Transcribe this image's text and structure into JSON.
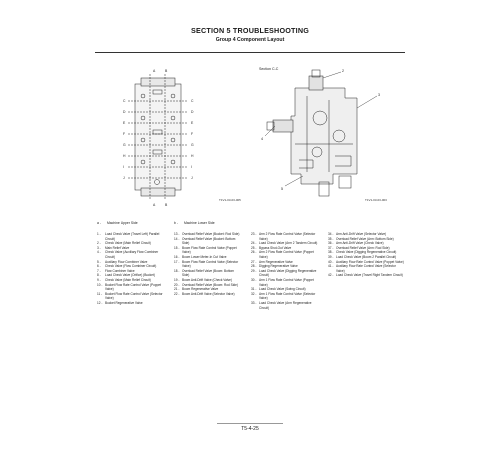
{
  "header": {
    "section_title": "SECTION 5 TROUBLESHOOTING",
    "group_title": "Group 4 Component Layout"
  },
  "diagram": {
    "left_view": {
      "row_labels_left": [
        "C",
        "D",
        "E",
        "F",
        "G",
        "H",
        "I",
        "J"
      ],
      "row_labels_right": [
        "C",
        "D",
        "E",
        "F",
        "G",
        "H",
        "I",
        "J"
      ],
      "col_labels": [
        "A",
        "B"
      ],
      "code": "T1V1-03-03-005"
    },
    "right_view": {
      "section_label": "Section C-C",
      "callouts": [
        "2",
        "3",
        "4",
        "5"
      ],
      "code": "T1V1-03-03-003"
    }
  },
  "captions": {
    "a": {
      "letter": "a -",
      "text": "Machine Upper Side"
    },
    "b": {
      "letter": "b -",
      "text": "Machine Lower Side"
    }
  },
  "legend": {
    "col1": [
      {
        "num": "1 -",
        "text": "Load Check Valve (Travel Left) Parallel Circuit)"
      },
      {
        "num": "2 -",
        "text": "Check Valve (Main Relief Circuit)"
      },
      {
        "num": "3 -",
        "text": "Main Relief Valve"
      },
      {
        "num": "4 -",
        "text": "Check Valve (Auxiliary Flow Combiner Circuit)"
      },
      {
        "num": "5 -",
        "text": "Auxiliary Flow Combiner Valve"
      },
      {
        "num": "6 -",
        "text": "Check Valve (Flow Combiner Circuit)"
      },
      {
        "num": "7 -",
        "text": "Flow Combiner Valve"
      },
      {
        "num": "8 -",
        "text": "Load Check Valve (Orifice) (Bucket)"
      },
      {
        "num": "9 -",
        "text": "Check Valve (Main Relief Circuit)"
      },
      {
        "num": "10 -",
        "text": "Bucket Flow Rate Control Valve (Poppet Valve)"
      },
      {
        "num": "11 -",
        "text": "Bucket Flow Rate Control Valve (Selector Valve)"
      },
      {
        "num": "12 -",
        "text": "Bucket Regenerative Valve"
      }
    ],
    "col2": [
      {
        "num": "13 -",
        "text": "Overload Relief Valve (Bucket: Rod Side)"
      },
      {
        "num": "14 -",
        "text": "Overload Relief Valve (Bucket: Bottom Side)"
      },
      {
        "num": "15 -",
        "text": "Boom Flow Rate Control Valve (Poppet Valve)"
      },
      {
        "num": "16 -",
        "text": "Boom Lower Meter-In Cut Valve"
      },
      {
        "num": "17 -",
        "text": "Boom Flow Rate Control Valve (Selector Valve)"
      },
      {
        "num": "18 -",
        "text": "Overload Relief Valve (Boom: Bottom Side)"
      },
      {
        "num": "19 -",
        "text": "Boom Anti-Drift Valve (Check Valve)"
      },
      {
        "num": "20 -",
        "text": "Overload Relief Valve (Boom: Rod Side)"
      },
      {
        "num": "21 -",
        "text": "Boom Regenerative Valve"
      },
      {
        "num": "22 -",
        "text": "Boom Anti-Drift Valve (Selector Valve)"
      }
    ],
    "col3": [
      {
        "num": "23 -",
        "text": "Arm 2 Flow Rate Control Valve (Selector Valve)"
      },
      {
        "num": "24 -",
        "text": "Load Check Valve (Arm 2 Tandem Circuit)"
      },
      {
        "num": "25 -",
        "text": "Bypass Shut-Out Valve"
      },
      {
        "num": "26 -",
        "text": "Arm 2 Flow Rate Control Valve (Poppet Valve)"
      },
      {
        "num": "27 -",
        "text": "Arm Regenerative Valve"
      },
      {
        "num": "28 -",
        "text": "Digging Regenerative Valve"
      },
      {
        "num": "29 -",
        "text": "Load Check Valve (Digging Regenerative Circuit)"
      },
      {
        "num": "30 -",
        "text": "Arm 1 Flow Rate Control Valve (Poppet Valve)"
      },
      {
        "num": "31 -",
        "text": "Load Check Valve (Swing Circuit)"
      },
      {
        "num": "32 -",
        "text": "Arm 1 Flow Rate Control Valve (Selector Valve)"
      },
      {
        "num": "33 -",
        "text": "Load Check Valve (Arm Regenerative Circuit)"
      }
    ],
    "col4": [
      {
        "num": "34 -",
        "text": "Arm Anti-Drift Valve (Selector Valve)"
      },
      {
        "num": "35 -",
        "text": "Overload Relief Valve (Arm: Bottom Side)"
      },
      {
        "num": "36 -",
        "text": "Arm Anti-Drift Valve (Check Valve)"
      },
      {
        "num": "37 -",
        "text": "Overload Relief Valve (Arm: Rod Side)"
      },
      {
        "num": "38 -",
        "text": "Check Valve (Digging Regenerative Circuit)"
      },
      {
        "num": "39 -",
        "text": "Load Check Valve (Boom 2 Parallel Circuit)"
      },
      {
        "num": "40 -",
        "text": "Auxiliary Flow Rate Control Valve (Poppet Valve)"
      },
      {
        "num": "41 -",
        "text": "Auxiliary Flow Rate Control Valve (Selector Valve)"
      },
      {
        "num": "42 -",
        "text": "Load Check Valve (Travel Right Tandem Circuit)"
      }
    ]
  },
  "footer": {
    "page_number": "T5-4-25"
  }
}
